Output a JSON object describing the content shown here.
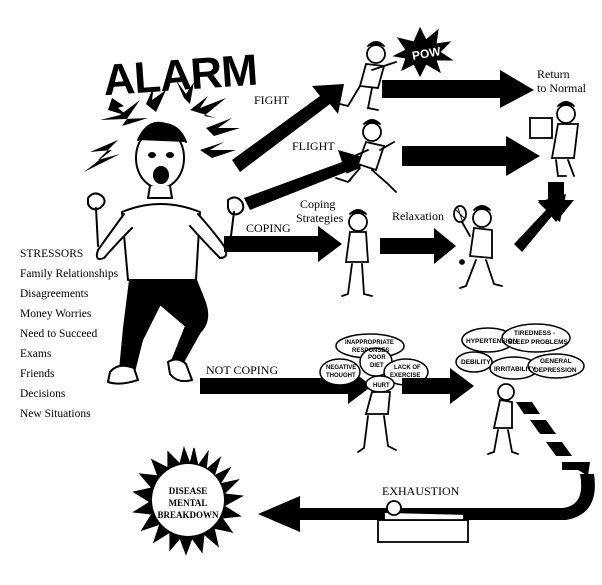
{
  "alarm": "ALARM",
  "pow": "POW",
  "labels": {
    "fight": "FIGHT",
    "flight": "FLIGHT",
    "return_l1": "Return",
    "return_l2": "to Normal",
    "coping": "COPING",
    "coping_strat_l1": "Coping",
    "coping_strat_l2": "Strategies",
    "relaxation": "Relaxation",
    "not_coping": "NOT COPING",
    "exhaustion": "EXHAUSTION",
    "disease_l1": "DISEASE",
    "disease_l2": "MENTAL",
    "disease_l3": "BREAKDOWN"
  },
  "stressors": [
    "STRESSORS",
    "Family Relationships",
    "Disagreements",
    "Money Worries",
    "Need to Succeed",
    "Exams",
    "Friends",
    "Decisions",
    "New Situations"
  ],
  "clouds_mid": {
    "inappropriate_l1": "INAPPROPRIATE",
    "inappropriate_l2": "RESPONSES",
    "negative_l1": "NEGATIVE",
    "negative_l2": "THOUGHT",
    "poor_l1": "POOR",
    "poor_l2": "DIET",
    "lack_l1": "LACK OF",
    "lack_l2": "EXERCISE",
    "hurt": "HURT"
  },
  "clouds_right": {
    "hypertension": "HYPERTENSION",
    "tiredness_l1": "TIREDNESS -",
    "tiredness_l2": "SLEEP PROBLEMS",
    "debility": "DEBILITY",
    "irritability": "IRRITABILITY",
    "general_l1": "GENERAL",
    "general_l2": "DEPRESSION"
  }
}
